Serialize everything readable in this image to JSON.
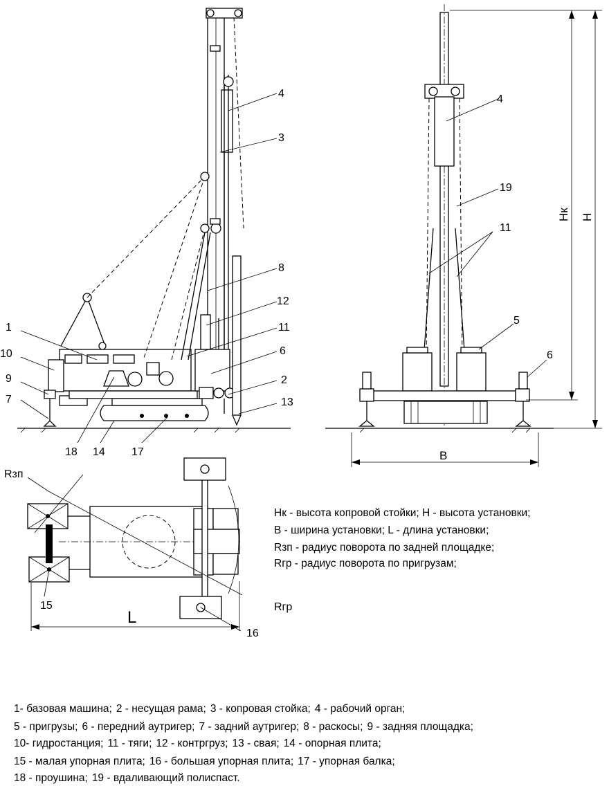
{
  "side_view": {
    "callouts": [
      "1",
      "2",
      "3",
      "4",
      "6",
      "7",
      "8",
      "9",
      "10",
      "11",
      "12",
      "13",
      "14",
      "17",
      "18"
    ]
  },
  "front_view": {
    "callouts": [
      "4",
      "5",
      "6",
      "11",
      "19"
    ],
    "dimensions": {
      "width": "B",
      "height_mast": "Hк",
      "height_total": "H"
    }
  },
  "top_view": {
    "labels": {
      "rear_radius": "Rзп",
      "weight_radius": "Rгр",
      "length": "L",
      "c15": "15",
      "c16": "16"
    }
  },
  "abbreviations": [
    "Hк - высота копровой стойки; H - высота установки;",
    "B - ширина установки; L - длина установки;",
    "Rзп - радиус поворота по задней площадке;",
    "Rгр - радиус поворота по пригрузам;"
  ],
  "legend": [
    [
      "1- базовая машина;",
      "2 - несущая рама;",
      "3 - копровая стойка;",
      "4 - рабочий орган;"
    ],
    [
      "5 - пригрузы;",
      "6 - передний аутригер;",
      "7 - задний аутригер;",
      "8 - раскосы;",
      "9 - задняя площадка;"
    ],
    [
      "10- гидростанция;",
      "11 - тяги;",
      "12 - контргруз;",
      "13 - свая;",
      "14 - опорная плита;"
    ],
    [
      "15 - малая упорная плита;",
      "16 - большая упорная плита;",
      "17 - упорная балка;"
    ],
    [
      "18 - проушина;",
      "19 - вдаливающий полиспаст."
    ]
  ]
}
